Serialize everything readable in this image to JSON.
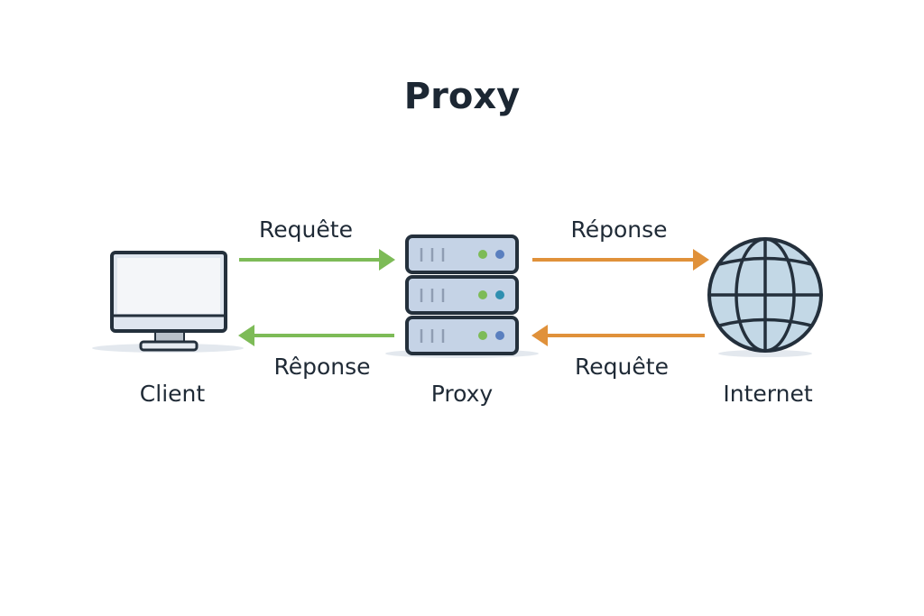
{
  "title": "Proxy",
  "nodes": {
    "client": {
      "label": "Client",
      "icon": "monitor-icon"
    },
    "proxy": {
      "label": "Proxy",
      "icon": "server-icon"
    },
    "internet": {
      "label": "Internet",
      "icon": "globe-icon"
    }
  },
  "edges": {
    "client_to_proxy": {
      "label": "Requête"
    },
    "proxy_to_client": {
      "label": "Rêponse"
    },
    "proxy_to_internet": {
      "label": "Réponse"
    },
    "internet_to_proxy": {
      "label": "Requête"
    }
  },
  "colors": {
    "green_arrow": "#7dbb57",
    "orange_arrow": "#e0913a",
    "outline": "#24303c",
    "server_fill": "#c5d3e6",
    "globe_fill": "#c3d8e6"
  }
}
